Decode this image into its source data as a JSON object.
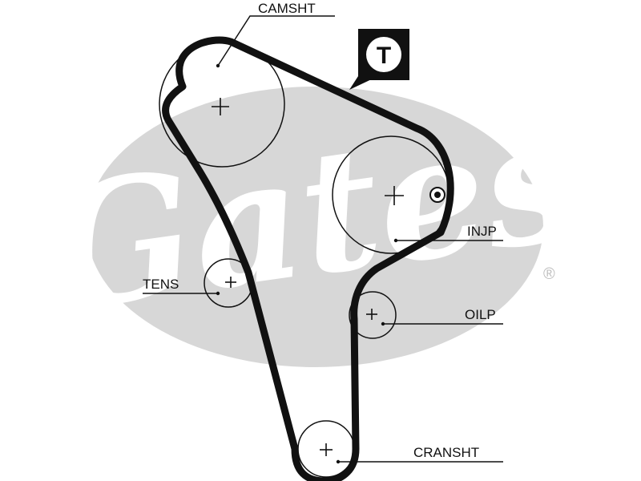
{
  "logo": {
    "wordmark": "Gates",
    "mark": "®",
    "color": "#d7d7d7"
  },
  "belt_color": "#111111",
  "timing_mark": {
    "letter": "T",
    "icon": "timing-mark-icon"
  },
  "labels": {
    "camshaft": "CAMSHT",
    "injection_pump": "INJP",
    "tensioner": "TENS",
    "oil_pump": "OILP",
    "crankshaft": "CRANSHT"
  }
}
